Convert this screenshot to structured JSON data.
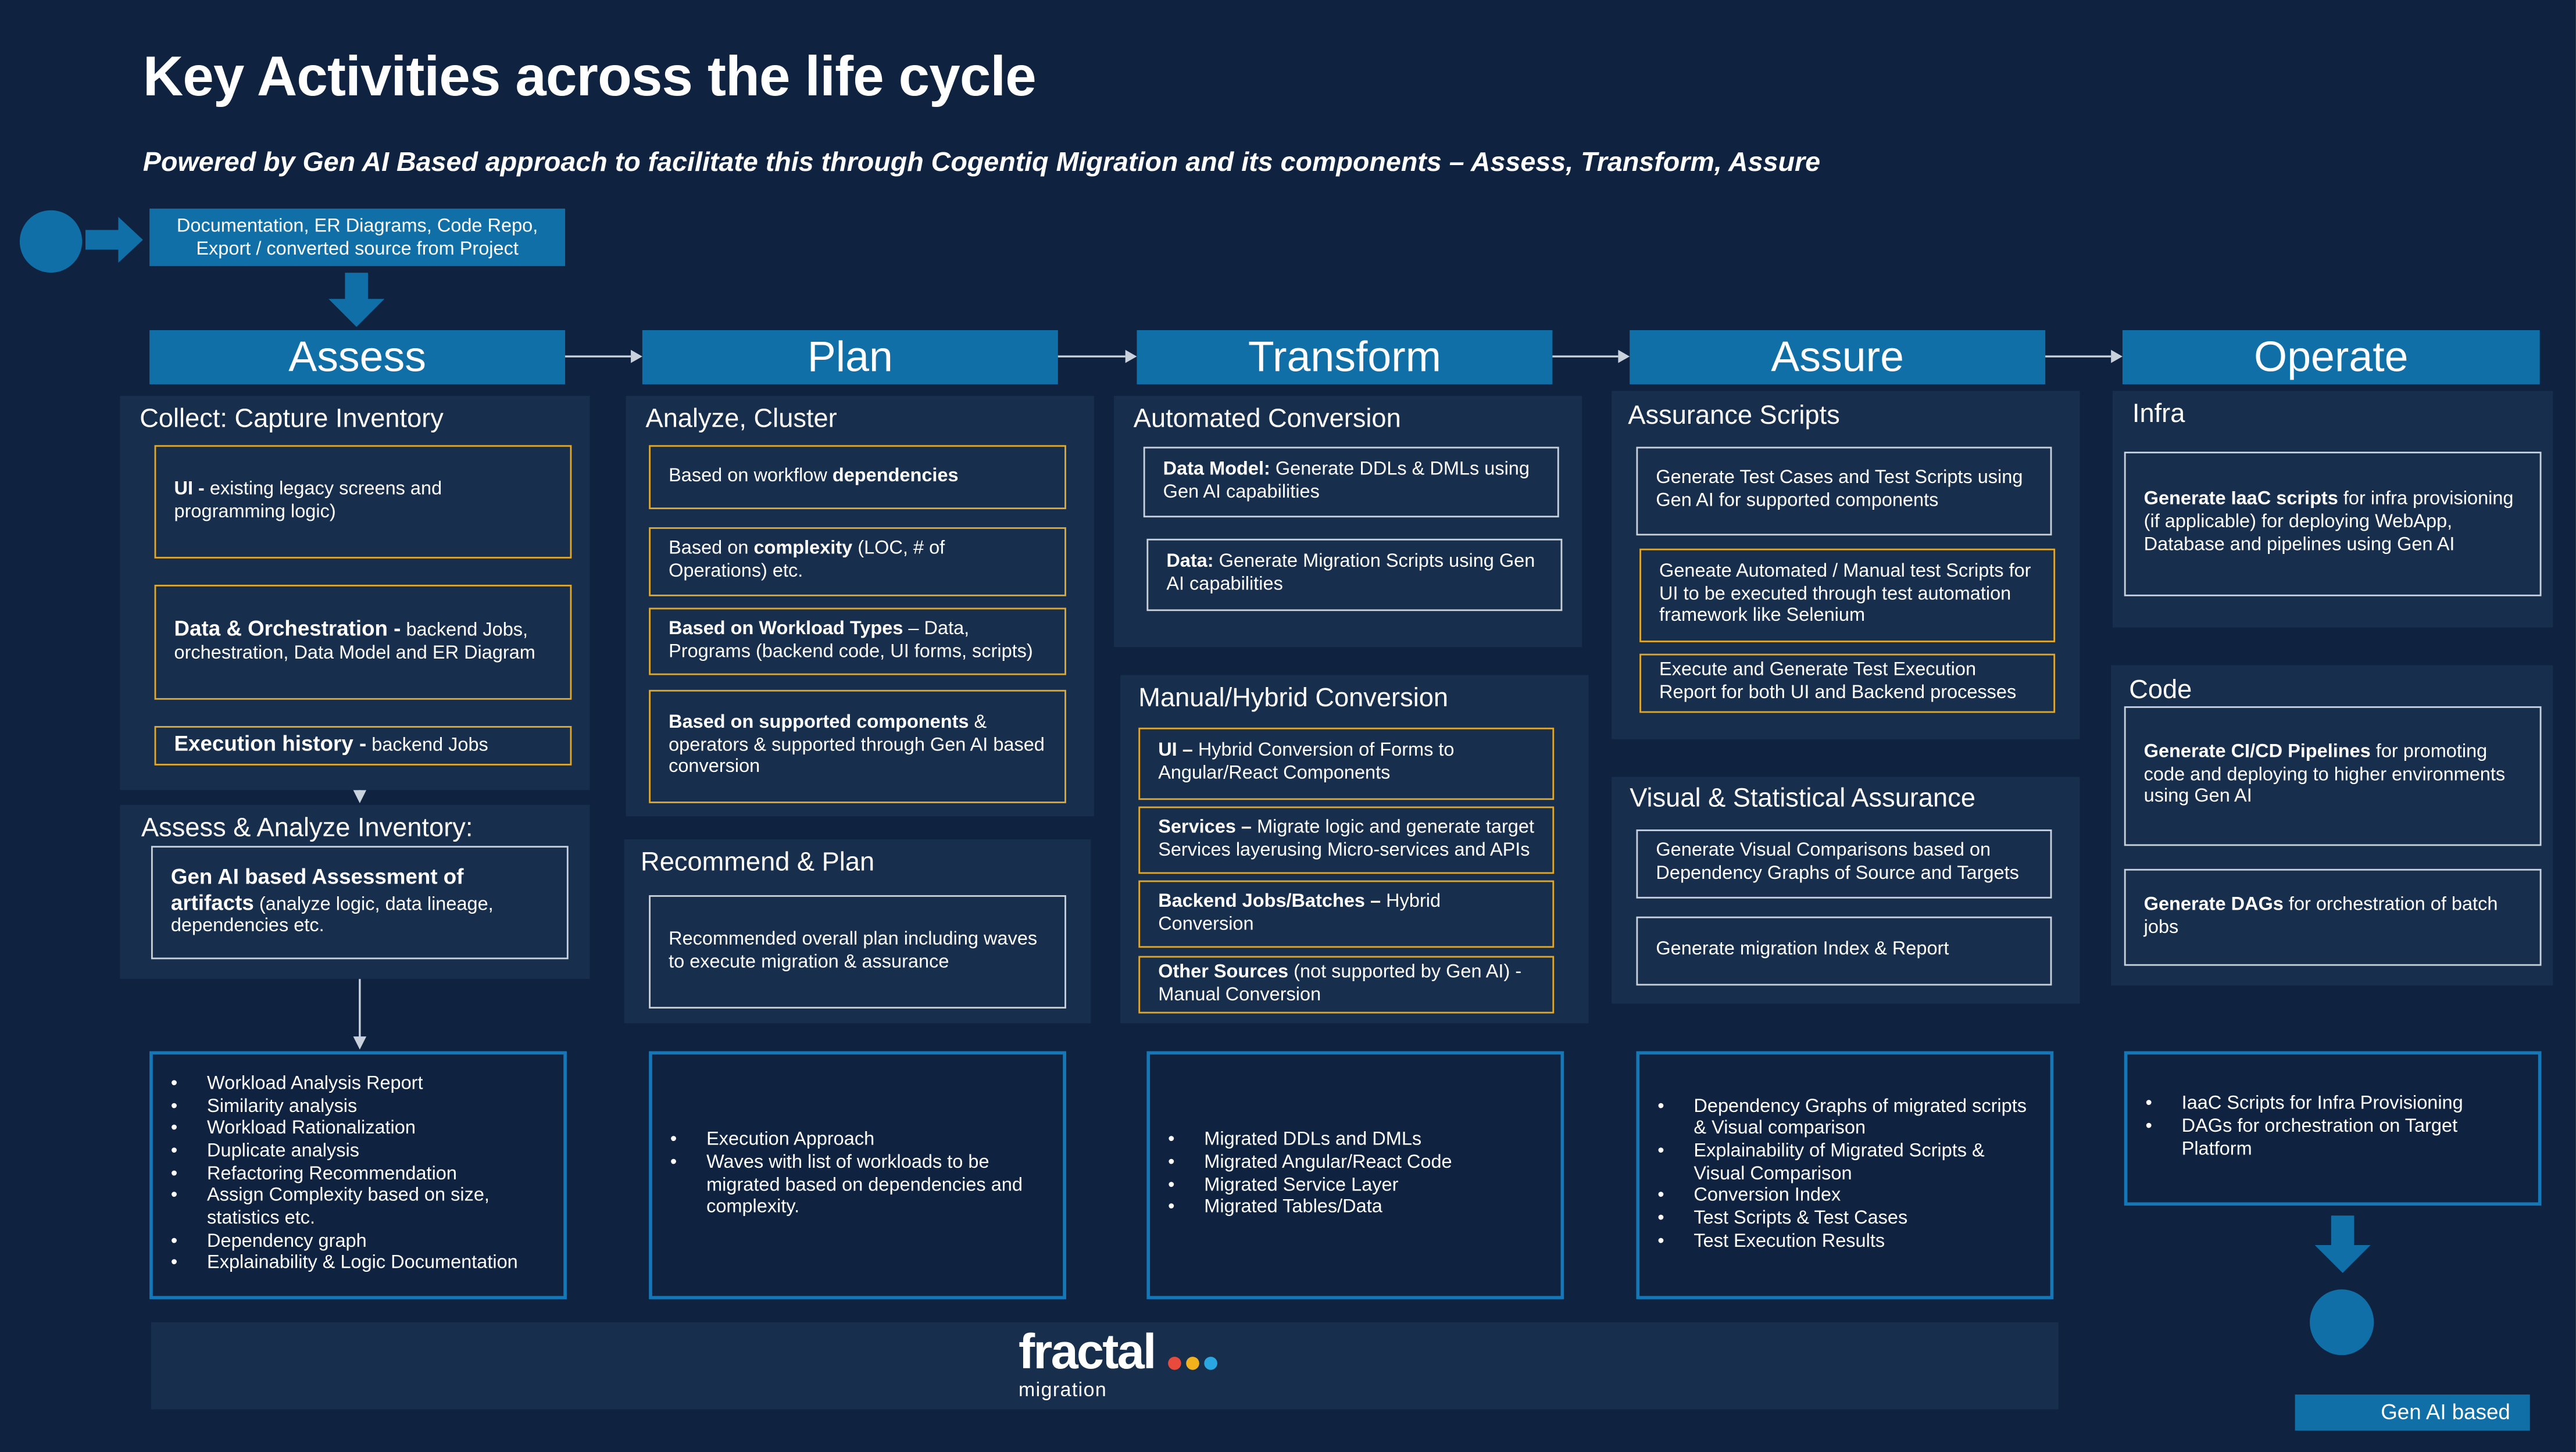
{
  "title": "Key Activities across the life cycle",
  "subtitle": "Powered by Gen AI Based approach to facilitate this through Cogentiq Migration and its components – Assess, Transform, Assure",
  "source": {
    "line1": "Documentation, ER Diagrams, Code Repo,",
    "line2": "Export / converted source from Project"
  },
  "phases": [
    "Assess",
    "Plan",
    "Transform",
    "Assure",
    "Operate"
  ],
  "assess": {
    "collect_title": "Collect: Capture Inventory",
    "ui_bold": "UI -",
    "ui_text": " existing legacy screens and programming logic)",
    "data_bold": "Data & Orchestration -",
    "data_text": " backend Jobs, orchestration, Data Model and ER Diagram",
    "exec_bold": "Execution history -",
    "exec_text": "  backend Jobs",
    "analyze_title": "Assess & Analyze Inventory:",
    "genai_bold": "Gen AI based Assessment of artifacts",
    "genai_text": " (analyze logic, data lineage, dependencies etc.",
    "outputs": [
      "Workload Analysis Report",
      "Similarity analysis",
      "Workload Rationalization",
      "Duplicate analysis",
      "Refactoring Recommendation",
      "Assign Complexity based on size, statistics etc.",
      "Dependency graph",
      "Explainability & Logic Documentation"
    ]
  },
  "plan": {
    "analyze_title": "Analyze, Cluster",
    "b1_text": "Based on workflow ",
    "b1_bold": "dependencies",
    "b2_text": "Based on ",
    "b2_bold": "complexity",
    "b2_tail": " (LOC, # of Operations) etc.",
    "b3_bold": "Based on Workload Types",
    "b3_text": " – Data, Programs (backend code, UI forms, scripts)",
    "b4_bold": "Based on supported components",
    "b4_text": " & operators & supported through Gen AI based conversion",
    "recommend_title": "Recommend &  Plan",
    "recommend_text": "Recommended overall plan including waves to execute migration & assurance",
    "outputs": [
      "Execution Approach",
      "Waves with list of workloads to be migrated based on dependencies and complexity."
    ]
  },
  "transform": {
    "auto_title": "Automated Conversion",
    "dm_bold": "Data Model:",
    "dm_text": " Generate DDLs & DMLs using Gen AI capabilities",
    "data_bold": "Data:",
    "data_text": " Generate Migration Scripts using Gen AI capabilities",
    "manual_title": "Manual/Hybrid Conversion",
    "ui_bold": "UI –",
    "ui_text": " Hybrid Conversion of Forms to Angular/React Components",
    "svc_bold": "Services –",
    "svc_text": " Migrate logic and generate target Services layerusing Micro-services and APIs",
    "bj_bold": "Backend Jobs/Batches –",
    "bj_text": " Hybrid Conversion",
    "os_bold": "Other Sources",
    "os_text": " (not supported by Gen AI) - Manual Conversion",
    "outputs": [
      "Migrated DDLs and DMLs",
      "Migrated Angular/React Code",
      "Migrated Service Layer",
      "Migrated Tables/Data"
    ]
  },
  "assure": {
    "scripts_title": "Assurance Scripts",
    "s1": "Generate Test Cases and Test Scripts using Gen AI for supported components",
    "s2": "Geneate Automated / Manual test Scripts for UI to be executed through test automation framework like Selenium",
    "s3": "Execute and Generate Test Execution Report for both UI and Backend processes",
    "visual_title": "Visual & Statistical Assurance",
    "v1": "Generate Visual Comparisons based on Dependency Graphs of  Source and Targets",
    "v2": "Generate migration Index & Report",
    "outputs": [
      "Dependency Graphs of migrated scripts & Visual comparison",
      "Explainability of Migrated Scripts & Visual Comparison",
      "Conversion Index",
      "Test Scripts & Test Cases",
      "Test Execution Results"
    ]
  },
  "operate": {
    "infra_title": "Infra",
    "iaac_bold": "Generate IaaC scripts",
    "iaac_text": " for infra provisioning (if applicable) for deploying WebApp, Database and pipelines using Gen AI",
    "code_title": "Code",
    "cicd_bold": "Generate CI/CD Pipelines",
    "cicd_text": " for promoting code and deploying to higher environments using Gen AI",
    "dag_bold": "Generate DAGs",
    "dag_text": " for orchestration of batch jobs",
    "outputs": [
      "IaaC Scripts for Infra Provisioning",
      "DAGs for orchestration on Target Platform"
    ]
  },
  "footer": {
    "logo": "fractal",
    "logo_sub": "migration",
    "dot_colors": [
      "#e84a3b",
      "#f2b21b",
      "#2aa7e0"
    ]
  },
  "legend": "Gen AI based",
  "colors": {
    "background": "#0f2340",
    "accent_blue": "#0f6fa6",
    "gold_border": "#e0a92e",
    "panel": "#172e4c"
  }
}
